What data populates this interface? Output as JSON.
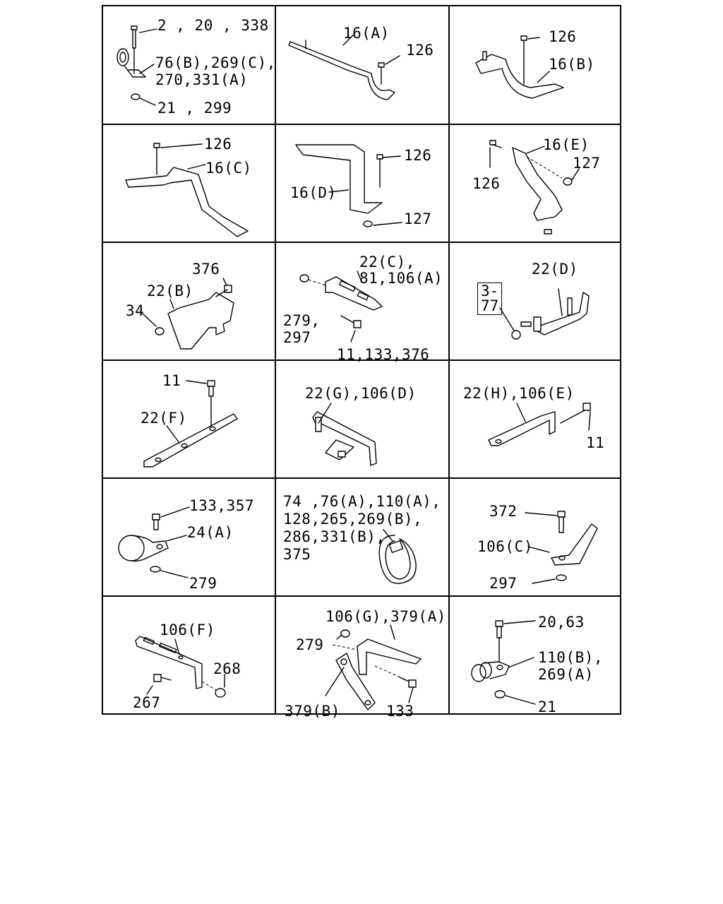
{
  "cells": [
    {
      "labels": [
        "2 , 20 , 338",
        "76(B),269(C),",
        "270,331(A)",
        "21 , 299"
      ]
    },
    {
      "labels": [
        "16(A)",
        "126"
      ]
    },
    {
      "labels": [
        "126",
        "16(B)"
      ]
    },
    {
      "labels": [
        "126",
        "16(C)"
      ]
    },
    {
      "labels": [
        "126",
        "16(D)",
        "127"
      ]
    },
    {
      "labels": [
        "16(E)",
        "127",
        "126"
      ]
    },
    {
      "labels": [
        "376",
        "22(B)",
        "34"
      ]
    },
    {
      "labels": [
        "22(C),",
        "81,106(A)",
        "279,",
        "297",
        "11,133,376"
      ]
    },
    {
      "labels": [
        "22(D)",
        "3-77"
      ]
    },
    {
      "labels": [
        "11",
        "22(F)"
      ]
    },
    {
      "labels": [
        "22(G),106(D)"
      ]
    },
    {
      "labels": [
        "22(H),106(E)",
        "11"
      ]
    },
    {
      "labels": [
        "133,357",
        "24(A)",
        "279"
      ]
    },
    {
      "labels": [
        "74 ,76(A),110(A),",
        "128,265,269(B),",
        "286,331(B),",
        "375"
      ]
    },
    {
      "labels": [
        "372",
        "106(C)",
        "297"
      ]
    },
    {
      "labels": [
        "106(F)",
        "268",
        "267"
      ]
    },
    {
      "labels": [
        "106(G),379(A)",
        "279",
        "379(B)",
        "133"
      ]
    },
    {
      "labels": [
        "20,63",
        "110(B),",
        "269(A)",
        "21"
      ]
    }
  ]
}
